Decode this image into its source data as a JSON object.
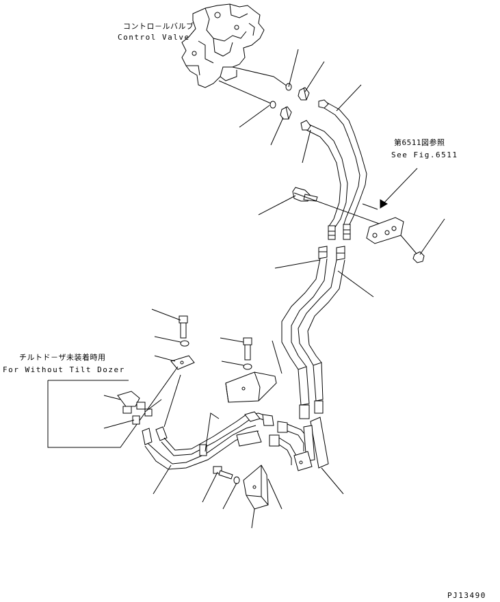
{
  "labels": {
    "control_valve_jp": "コントロ－ルバルブ",
    "control_valve_en": "Control Valve",
    "see_fig_jp": "第6511図参照",
    "see_fig_en": "See Fig.6511",
    "without_tilt_jp": "チルトド－ザ未装着時用",
    "without_tilt_en": "For Without Tilt Dozer",
    "drawing_no": "PJ13490"
  }
}
